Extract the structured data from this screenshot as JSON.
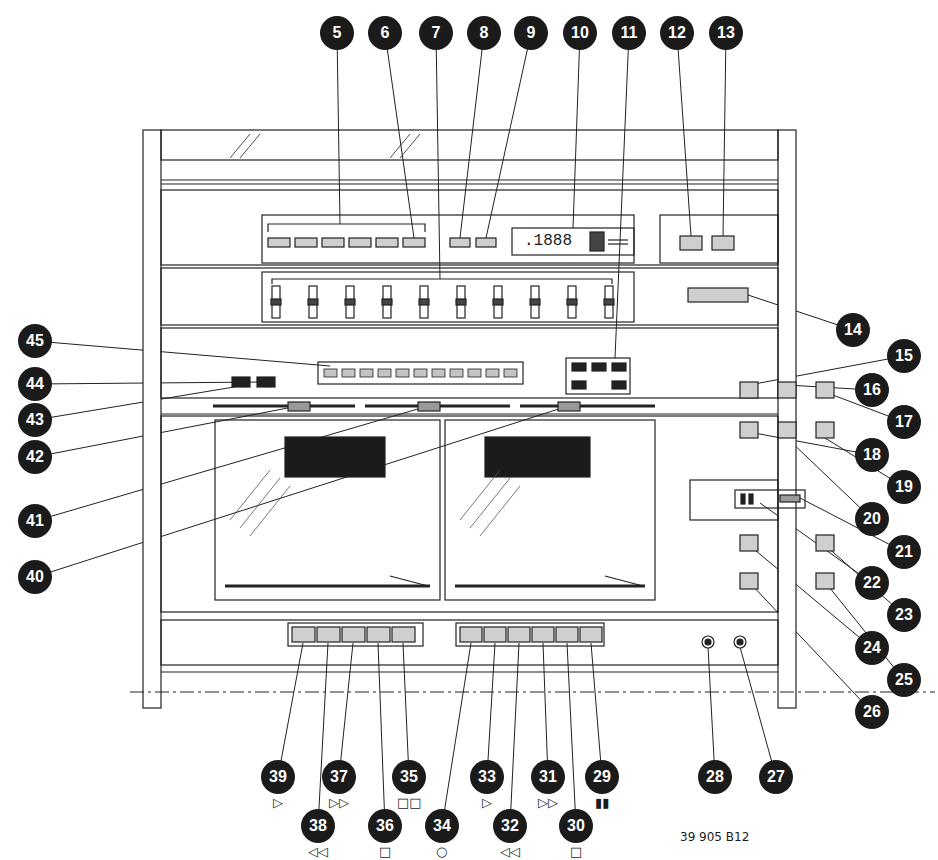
{
  "diagram": {
    "nodes": [
      {
        "text": [
          "5"
        ]
      },
      {
        "text": [
          "6"
        ]
      },
      {
        "text": [
          "7"
        ]
      },
      {
        "text": [
          "8"
        ]
      },
      {
        "text": [
          "9"
        ]
      },
      {
        "text": [
          "10"
        ]
      },
      {
        "text": [
          "11"
        ]
      },
      {
        "text": [
          "12"
        ]
      },
      {
        "text": [
          "13"
        ]
      },
      {
        "text": [
          "14"
        ]
      },
      {
        "text": [
          "45"
        ]
      },
      {
        "text": [
          "15"
        ]
      },
      {
        "text": [
          "44"
        ]
      },
      {
        "text": [
          "16"
        ]
      },
      {
        "text": [
          "43"
        ]
      },
      {
        "text": [
          "17"
        ]
      },
      {
        "text": [
          "18"
        ]
      },
      {
        "text": [
          "42"
        ]
      },
      {
        "text": [
          "19"
        ]
      },
      {
        "text": [
          "20"
        ]
      },
      {
        "text": [
          "41"
        ]
      },
      {
        "text": [
          "21"
        ]
      },
      {
        "text": [
          "40"
        ]
      },
      {
        "text": [
          "22"
        ]
      },
      {
        "text": [
          "23"
        ]
      },
      {
        "text": [
          "24"
        ]
      },
      {
        "text": [
          "25"
        ]
      },
      {
        "text": [
          "26"
        ]
      },
      {
        "text": [
          "39"
        ]
      },
      {
        "text": [
          "37"
        ]
      },
      {
        "text": [
          "35"
        ]
      },
      {
        "text": [
          "33"
        ]
      },
      {
        "text": [
          "31"
        ]
      },
      {
        "text": [
          "29"
        ]
      },
      {
        "text": [
          "28"
        ]
      },
      {
        "text": [
          "27"
        ]
      },
      {
        "text": [
          "38"
        ]
      },
      {
        "text": [
          "36"
        ]
      },
      {
        "text": [
          "34"
        ]
      },
      {
        "text": [
          "32"
        ]
      },
      {
        "text": [
          "30"
        ]
      }
    ],
    "labels": [
      ".1888",
      "▷",
      "▷▷",
      "□□",
      "▷",
      "▷▷",
      "▮▮",
      "◁◁",
      "□",
      "○",
      "◁◁",
      "□",
      "39 905 B12"
    ]
  }
}
